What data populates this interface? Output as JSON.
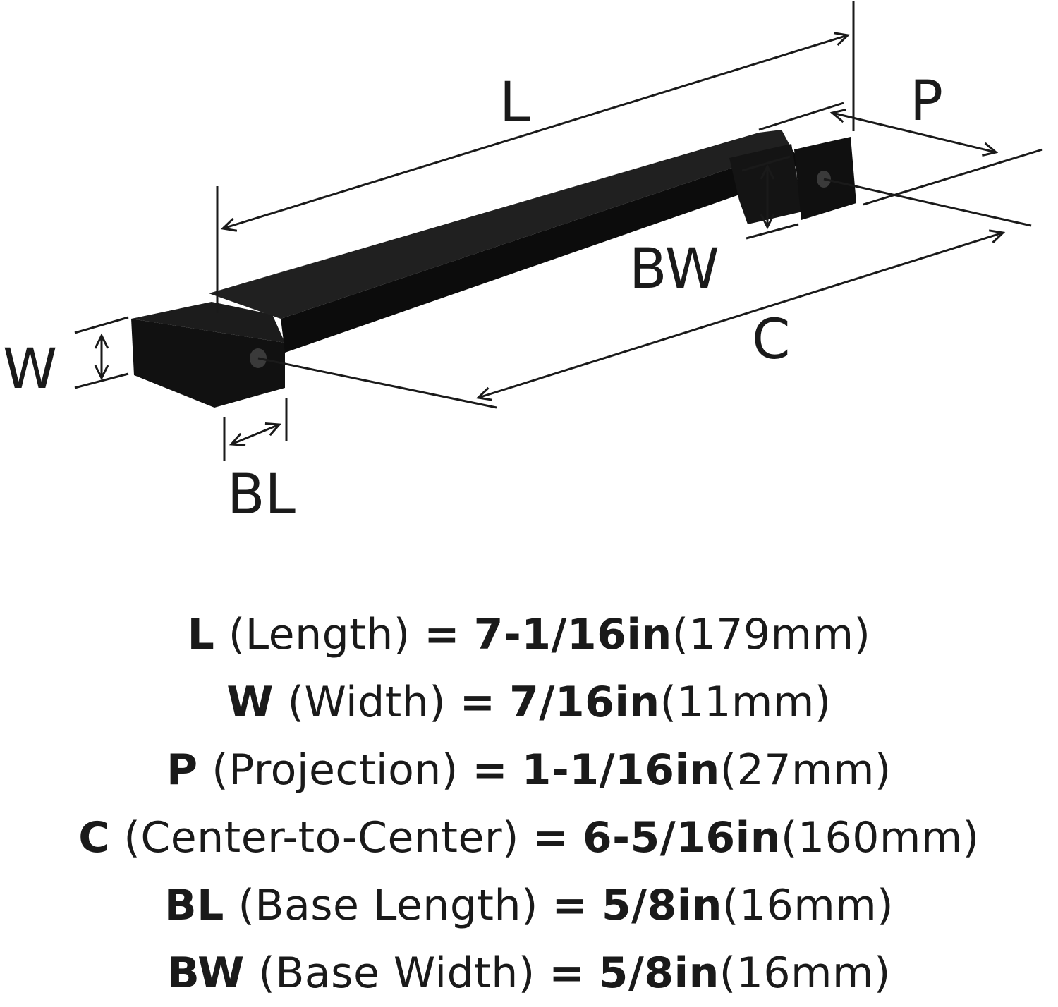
{
  "diagram": {
    "labels": {
      "L": "L",
      "P": "P",
      "BW": "BW",
      "C": "C",
      "W": "W",
      "BL": "BL"
    },
    "colors": {
      "product": "#111111",
      "line": "#1a1a1a",
      "background": "#ffffff"
    }
  },
  "specs": [
    {
      "code": "L",
      "name": "(Length)",
      "imperial": "7-1/16in",
      "metric": "(179mm)"
    },
    {
      "code": "W",
      "name": "(Width)",
      "imperial": "7/16in",
      "metric": "(11mm)"
    },
    {
      "code": "P",
      "name": "(Projection)",
      "imperial": "1-1/16in",
      "metric": "(27mm)"
    },
    {
      "code": "C",
      "name": "(Center-to-Center)",
      "imperial": "6-5/16in",
      "metric": "(160mm)"
    },
    {
      "code": "BL",
      "name": "(Base Length)",
      "imperial": "5/8in",
      "metric": "(16mm)"
    },
    {
      "code": "BW",
      "name": "(Base Width)",
      "imperial": "5/8in",
      "metric": "(16mm)"
    }
  ],
  "equals": "="
}
